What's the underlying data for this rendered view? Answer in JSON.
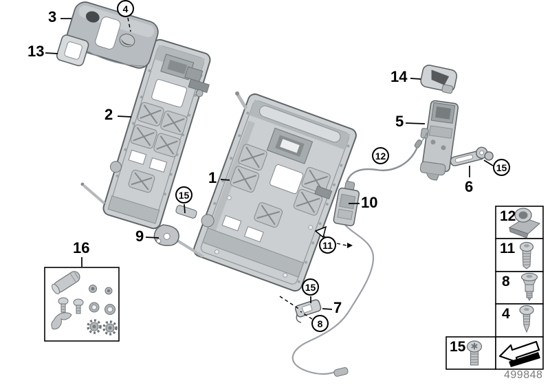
{
  "diagram": {
    "type": "exploded-parts-diagram",
    "subject": "seat-backrest-frame",
    "doc_number": "499848",
    "callouts": {
      "c1": "1",
      "c2": "2",
      "c3": "3",
      "c4": "4",
      "c5": "5",
      "c6": "6",
      "c7": "7",
      "c8": "8",
      "c9": "9",
      "c10": "10",
      "c11": "11",
      "c12": "12",
      "c13": "13",
      "c14": "14",
      "c15": "15",
      "c16": "16"
    },
    "legend": {
      "rows": [
        {
          "num": "12",
          "icon": "cable-clip-icon"
        },
        {
          "num": "11",
          "icon": "pan-head-screw-icon"
        },
        {
          "num": "8",
          "icon": "countersunk-screw-icon"
        },
        {
          "num": "4",
          "icon": "tapping-screw-icon"
        }
      ],
      "bottom_row": {
        "num": "15",
        "icon": "torx-screw-icon"
      },
      "arrow": "direction-arrow-icon"
    }
  }
}
